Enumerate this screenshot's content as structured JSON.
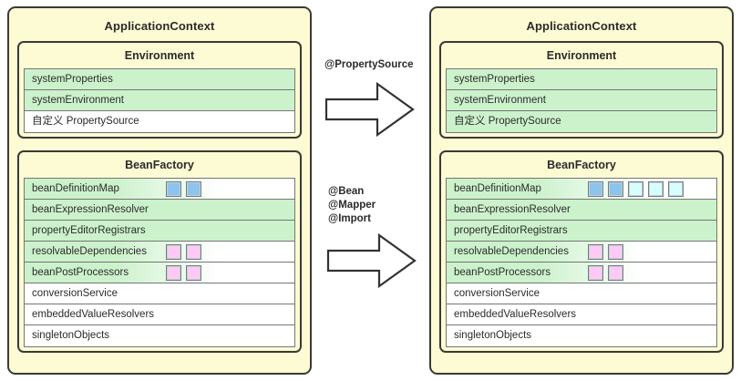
{
  "diagram": {
    "title_left": "ApplicationContext",
    "title_right": "ApplicationContext"
  },
  "panels": {
    "left": {
      "title": "ApplicationContext",
      "groups": [
        {
          "title": "Environment",
          "rows": [
            {
              "label": "systemProperties",
              "style": "green",
              "chips": []
            },
            {
              "label": "systemEnvironment",
              "style": "green",
              "chips": []
            },
            {
              "label": "自定义 PropertySource",
              "style": "white",
              "chips": []
            }
          ]
        },
        {
          "title": "BeanFactory",
          "rows": [
            {
              "label": "beanDefinitionMap",
              "style": "gradient",
              "chips": [
                "blue",
                "blue"
              ]
            },
            {
              "label": "beanExpressionResolver",
              "style": "green",
              "chips": []
            },
            {
              "label": "propertyEditorRegistrars",
              "style": "green",
              "chips": []
            },
            {
              "label": "resolvableDependencies",
              "style": "gradient",
              "chips": [
                "pink",
                "pink"
              ]
            },
            {
              "label": "beanPostProcessors",
              "style": "gradient",
              "chips": [
                "pink",
                "pink"
              ]
            },
            {
              "label": "conversionService",
              "style": "white",
              "chips": []
            },
            {
              "label": "embeddedValueResolvers",
              "style": "white",
              "chips": []
            },
            {
              "label": "singletonObjects",
              "style": "white",
              "chips": []
            }
          ]
        }
      ]
    },
    "right": {
      "title": "ApplicationContext",
      "groups": [
        {
          "title": "Environment",
          "rows": [
            {
              "label": "systemProperties",
              "style": "green",
              "chips": []
            },
            {
              "label": "systemEnvironment",
              "style": "green",
              "chips": []
            },
            {
              "label": "自定义 PropertySource",
              "style": "green",
              "chips": []
            }
          ]
        },
        {
          "title": "BeanFactory",
          "rows": [
            {
              "label": "beanDefinitionMap",
              "style": "gradient",
              "chips": [
                "blue",
                "blue",
                "cyan",
                "cyan",
                "cyan"
              ]
            },
            {
              "label": "beanExpressionResolver",
              "style": "green",
              "chips": []
            },
            {
              "label": "propertyEditorRegistrars",
              "style": "green",
              "chips": []
            },
            {
              "label": "resolvableDependencies",
              "style": "gradient",
              "chips": [
                "pink",
                "pink"
              ]
            },
            {
              "label": "beanPostProcessors",
              "style": "gradient",
              "chips": [
                "pink",
                "pink"
              ]
            },
            {
              "label": "conversionService",
              "style": "white",
              "chips": []
            },
            {
              "label": "embeddedValueResolvers",
              "style": "white",
              "chips": []
            },
            {
              "label": "singletonObjects",
              "style": "white",
              "chips": []
            }
          ]
        }
      ]
    }
  },
  "middle": {
    "annotation_top": "@PropertySource",
    "annotation_bottom_line1": "@Bean",
    "annotation_bottom_line2": "@Mapper",
    "annotation_bottom_line3": "@Import",
    "arrow_top_name": "right-arrow-icon",
    "arrow_bottom_name": "right-arrow-icon"
  },
  "colors": {
    "panel_bg": "#fdfbd4",
    "panel_border": "#3a3a36",
    "row_green": "#ccf2cc",
    "row_white": "#ffffff",
    "row_border": "#767676",
    "chip_blue": "#8cc4f0",
    "chip_cyan": "#d6feff",
    "chip_pink": "#ffc9f7",
    "text": "#2b2b2b"
  }
}
